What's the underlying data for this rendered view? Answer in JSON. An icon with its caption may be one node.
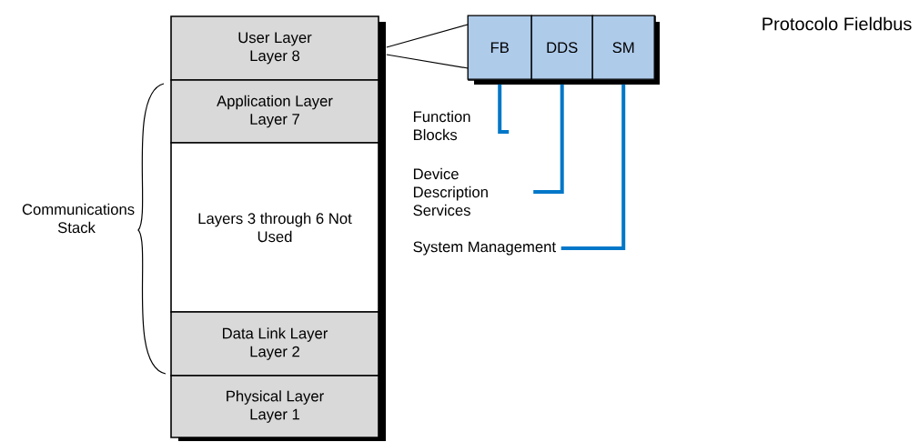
{
  "diagram": {
    "title": "Protocolo Fieldbus",
    "nodes": [
      {
        "text": [
          "User Layer Layer 8"
        ]
      },
      {
        "text": [
          "Application Layer Layer 7"
        ]
      },
      {
        "text": [
          "Layers 3 through 6 Not Used"
        ]
      },
      {
        "text": [
          "Data Link Layer Layer 2"
        ]
      },
      {
        "text": [
          "Physical Layer Layer 1"
        ]
      },
      {
        "text": [],
        "shape": "box"
      },
      {
        "text": [
          "FB"
        ],
        "in": 5
      },
      {
        "text": [
          "DDS"
        ],
        "in": 5
      },
      {
        "text": [
          "SM"
        ],
        "in": 5
      },
      {
        "text": [
          "Function Blocks"
        ]
      },
      {
        "text": [
          "Device Description Services"
        ]
      },
      {
        "text": [
          "System Management"
        ]
      }
    ],
    "edges": [
      {
        "from": 0,
        "to": 5,
        "arrow": "none",
        "color": "#000000"
      },
      {
        "from": 0,
        "to": 5,
        "arrow": "none",
        "color": "#000000"
      },
      {
        "from": 6,
        "to": 9,
        "arrow": "none",
        "color": "#0077c8"
      },
      {
        "from": 7,
        "to": 10,
        "arrow": "none",
        "color": "#0077c8"
      },
      {
        "from": 8,
        "to": 11,
        "arrow": "none",
        "color": "#0077c8"
      }
    ],
    "labels": [
      "Communications Stack"
    ]
  }
}
